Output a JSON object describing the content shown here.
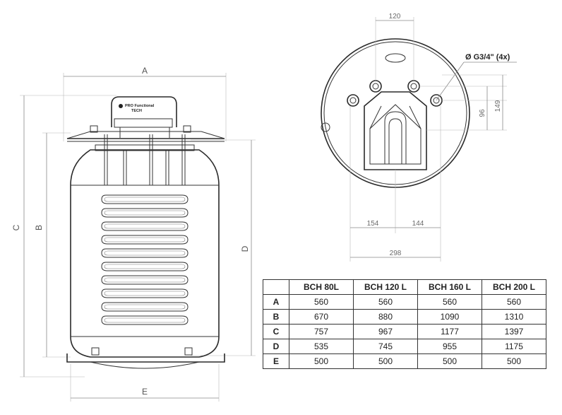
{
  "side_view": {
    "dims": {
      "a": "A",
      "b": "B",
      "c": "C",
      "d": "D",
      "e": "E"
    },
    "logo": {
      "line1": "PRO Functional",
      "line2": "TECH"
    }
  },
  "top_view": {
    "dims": {
      "w120": "120",
      "h96": "96",
      "h149": "149",
      "w154": "154",
      "w144": "144",
      "w298": "298"
    },
    "connection_label": "Ø G3/4\" (4x)"
  },
  "table": {
    "columns": [
      "",
      "BCH 80L",
      "BCH 120 L",
      "BCH 160 L",
      "BCH 200 L"
    ],
    "rows": [
      {
        "label": "A",
        "values": [
          "560",
          "560",
          "560",
          "560"
        ]
      },
      {
        "label": "B",
        "values": [
          "670",
          "880",
          "1090",
          "1310"
        ]
      },
      {
        "label": "C",
        "values": [
          "757",
          "967",
          "1177",
          "1397"
        ]
      },
      {
        "label": "D",
        "values": [
          "535",
          "745",
          "955",
          "1175"
        ]
      },
      {
        "label": "E",
        "values": [
          "500",
          "500",
          "500",
          "500"
        ]
      }
    ]
  }
}
